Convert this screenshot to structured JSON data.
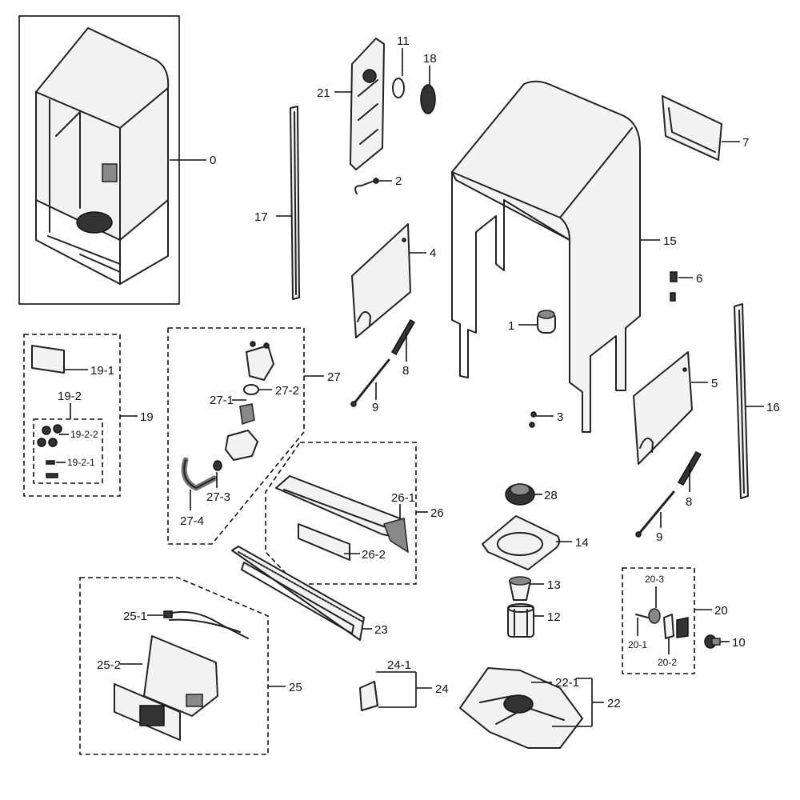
{
  "diagram": {
    "callouts": {
      "c0": "0",
      "c1": "1",
      "c2": "2",
      "c3": "3",
      "c4": "4",
      "c5": "5",
      "c6": "6",
      "c7": "7",
      "c8a": "8",
      "c8b": "8",
      "c9a": "9",
      "c9b": "9",
      "c10": "10",
      "c11": "11",
      "c12": "12",
      "c13": "13",
      "c14": "14",
      "c15": "15",
      "c16": "16",
      "c17": "17",
      "c18": "18",
      "c19": "19",
      "c19_1": "19-1",
      "c19_2": "19-2",
      "c19_2_1": "19-2-1",
      "c19_2_2": "19-2-2",
      "c20": "20",
      "c20_1": "20-1",
      "c20_2": "20-2",
      "c20_3": "20-3",
      "c21": "21",
      "c22": "22",
      "c22_1": "22-1",
      "c23": "23",
      "c24": "24",
      "c24_1": "24-1",
      "c25": "25",
      "c25_1": "25-1",
      "c25_2": "25-2",
      "c26": "26",
      "c26_1": "26-1",
      "c26_2": "26-2",
      "c27": "27",
      "c27_1": "27-1",
      "c27_2": "27-2",
      "c27_3": "27-3",
      "c27_4": "27-4",
      "c28": "28"
    }
  }
}
